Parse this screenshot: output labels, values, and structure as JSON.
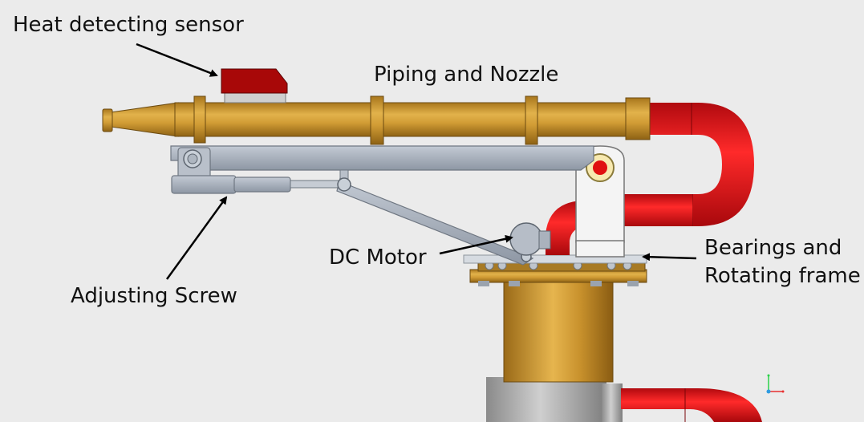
{
  "labels": {
    "heat_sensor": "Heat detecting sensor",
    "piping_nozzle": "Piping and Nozzle",
    "dc_motor": "DC Motor",
    "adjusting_screw": "Adjusting Screw",
    "bearings_line1": "Bearings and",
    "bearings_line2": "Rotating frame"
  },
  "colors": {
    "background": "#ebebeb",
    "brass": "#c8962e",
    "red_pipe": "#e3141b",
    "steel": "#a9b1bd",
    "sensor": "#a80808",
    "grey_column": "#a7a7a7"
  }
}
